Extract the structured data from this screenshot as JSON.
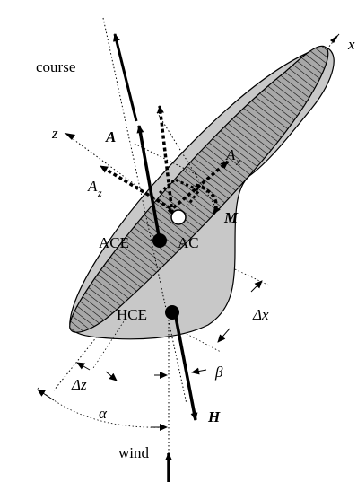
{
  "labels": {
    "course": "course",
    "x": "x",
    "z": "z",
    "A": "A",
    "Ax": "A",
    "Ax_sub": "x",
    "Az": "A",
    "Az_sub": "z",
    "M": "M",
    "ACE": "ACE",
    "AC": "AC",
    "HCE": "HCE",
    "dx": "Δx",
    "dz": "Δz",
    "beta": "β",
    "alpha": "α",
    "H": "H",
    "wind": "wind"
  },
  "colors": {
    "hull_fill": "#c8c8c8",
    "sail_fill": "#a8a8a8",
    "ink": "#000000",
    "ac_fill": "#ffffff"
  }
}
